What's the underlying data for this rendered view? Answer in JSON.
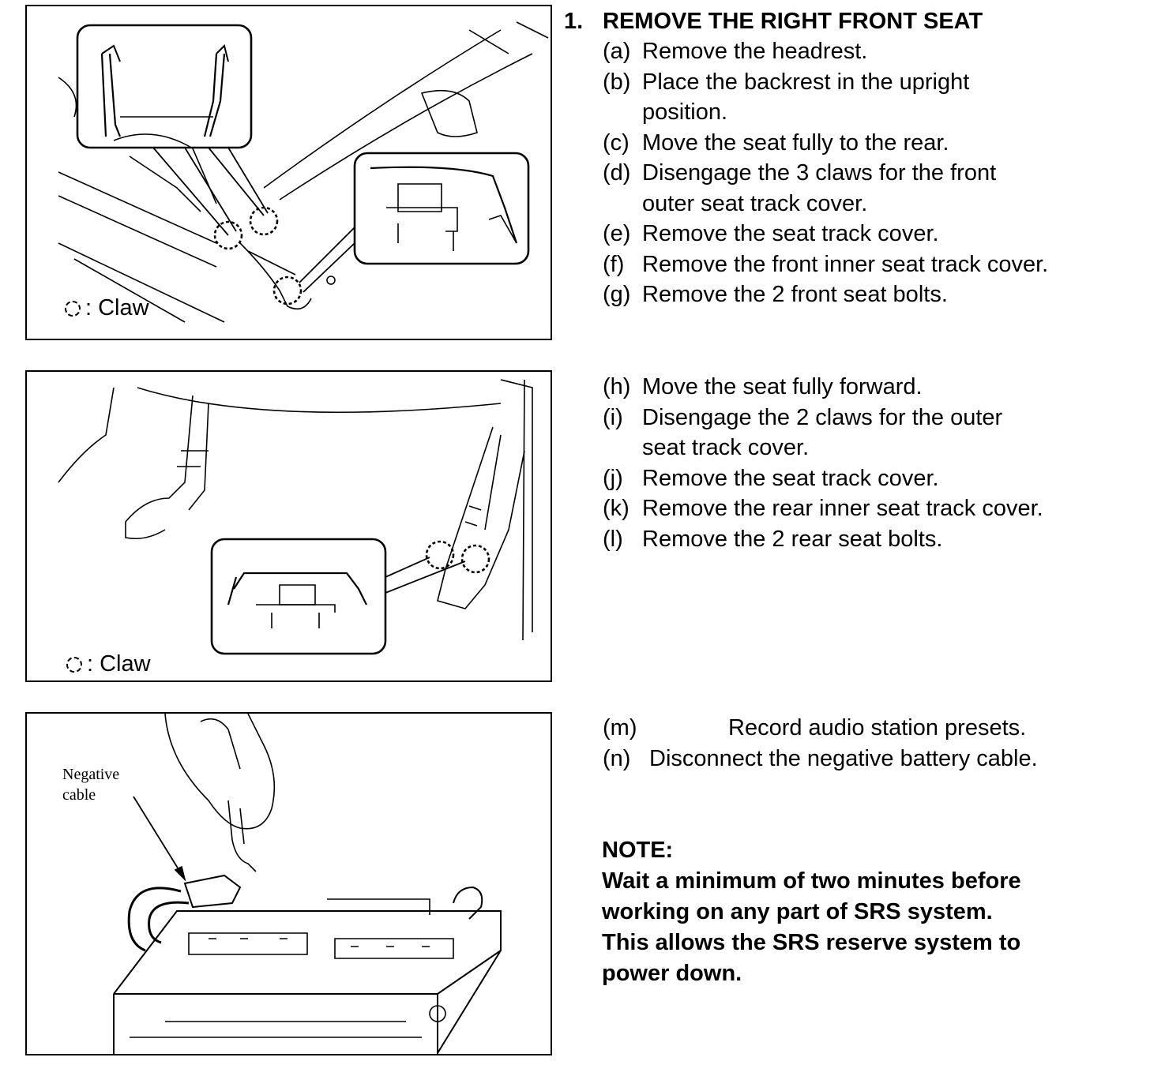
{
  "section": {
    "number": "1.",
    "title": "REMOVE THE RIGHT FRONT SEAT"
  },
  "block1": [
    {
      "label": "(a)",
      "lines": [
        "Remove the headrest."
      ]
    },
    {
      "label": "(b)",
      "lines": [
        "Place the backrest in the upright",
        "position."
      ]
    },
    {
      "label": "(c)",
      "lines": [
        "Move the seat fully to the rear."
      ]
    },
    {
      "label": "(d)",
      "lines": [
        "Disengage the 3 claws for the front",
        "outer seat track cover."
      ]
    },
    {
      "label": "(e)",
      "lines": [
        "Remove the seat track cover."
      ]
    },
    {
      "label": "(f)",
      "lines": [
        "Remove the front inner seat track cover."
      ]
    },
    {
      "label": "(g)",
      "lines": [
        "Remove the 2 front seat bolts."
      ]
    }
  ],
  "block2": [
    {
      "label": "(h)",
      "lines": [
        "Move the seat fully forward."
      ]
    },
    {
      "label": "(i)",
      "lines": [
        "Disengage the 2 claws for the outer",
        "seat track cover."
      ]
    },
    {
      "label": "(j)",
      "lines": [
        "Remove the seat track cover."
      ]
    },
    {
      "label": "(k)",
      "lines": [
        "Remove the rear inner seat track cover."
      ]
    },
    {
      "label": "(l)",
      "lines": [
        "Remove the 2 rear seat bolts."
      ]
    }
  ],
  "block3": [
    {
      "label": "(m)",
      "lines": [
        "Record audio station presets."
      ]
    },
    {
      "label": "(n)",
      "lines": [
        "Disconnect the negative battery cable."
      ]
    }
  ],
  "note": {
    "heading": "NOTE:",
    "lines": [
      "Wait a minimum of two minutes before",
      "working on any part of SRS system.",
      "This allows the SRS reserve system to",
      "power down."
    ]
  },
  "figures": {
    "fig1": {
      "legend": ": Claw"
    },
    "fig2": {
      "legend": ": Claw"
    },
    "fig3": {
      "label": "Negative\ncable"
    }
  }
}
